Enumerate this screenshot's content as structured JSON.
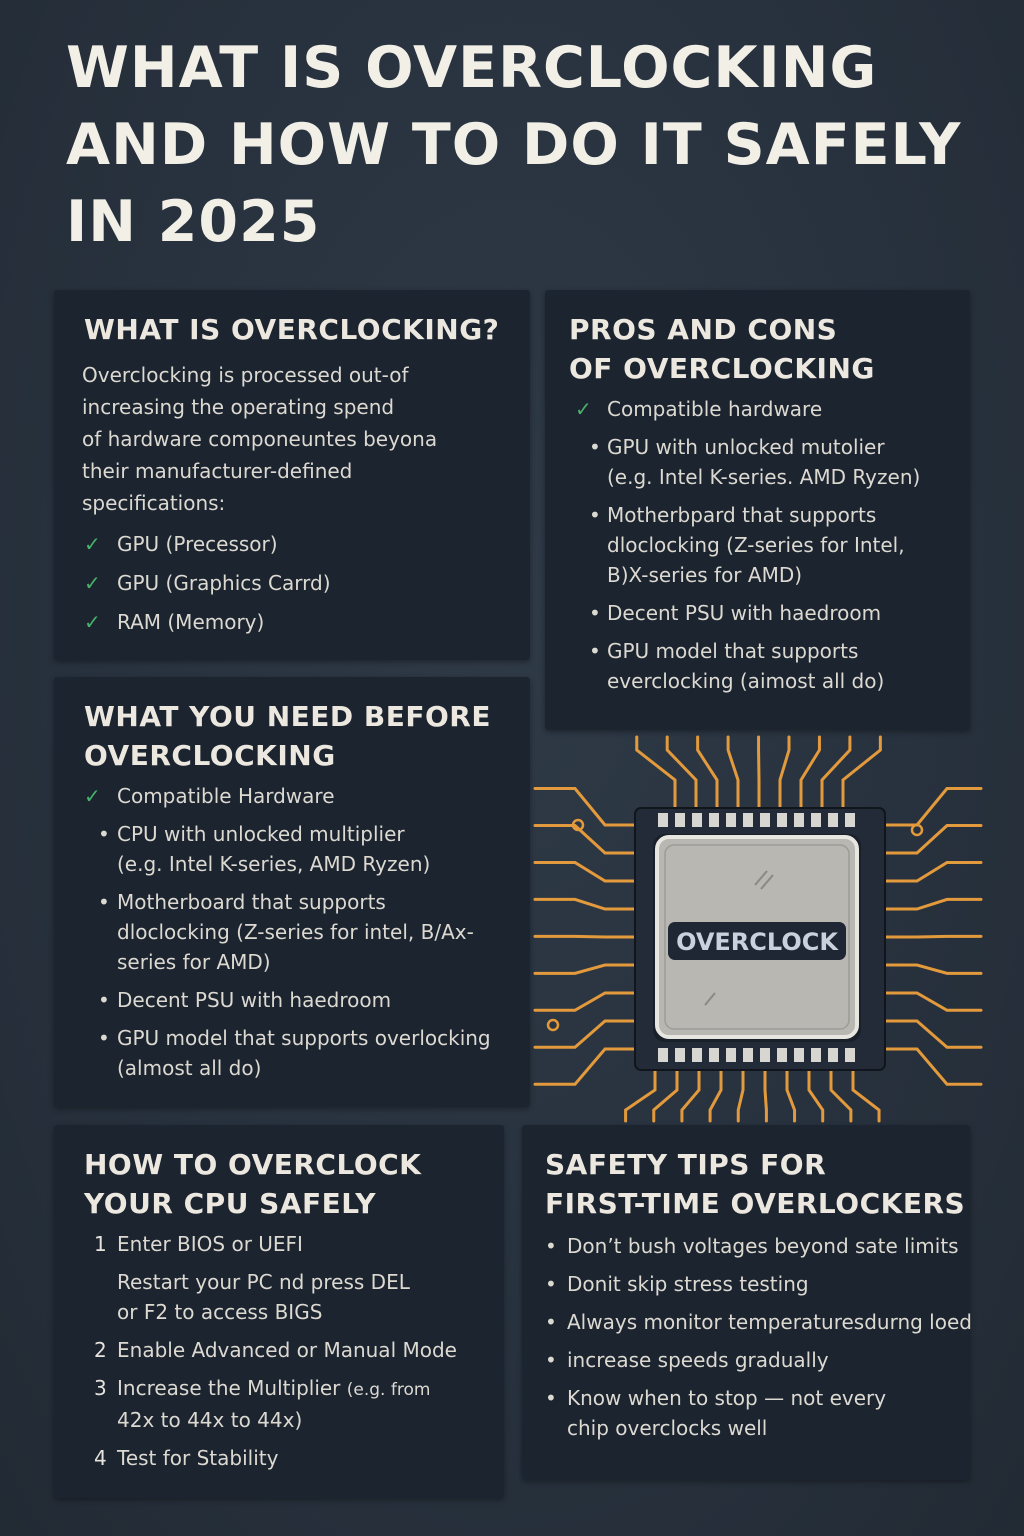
{
  "title": {
    "line1": "WHAT IS OVERCLOCKING",
    "line2": "AND HOW TO DO IT SAFELY",
    "line3": "IN 2025"
  },
  "what_is": {
    "heading": "WHAT IS OVERCLOCKING?",
    "paragraph": [
      "Overclocking is processed out-of",
      "increasing the operating spend",
      "of hardware componeuntes beyona",
      "their manufacturer-defined",
      "specifications:"
    ],
    "items": [
      "GPU (Precessor)",
      "GPU (Graphics Carrd)",
      "RAM (Memory)"
    ]
  },
  "need_before": {
    "heading": [
      "WHAT YOU NEED BEFORE",
      "OVERCLOCKING"
    ],
    "check_item": "Compatible Hardware",
    "items": [
      {
        "lines": [
          "CPU with unlocked multiplier",
          "(e.g. Intel K-series, AMD Ryzen)"
        ]
      },
      {
        "lines": [
          "Motherboard that supports",
          "dloclocking (Z-series for intel, B/Ax-",
          "series for AMD)"
        ]
      },
      {
        "lines": [
          "Decent PSU with haedroom"
        ]
      },
      {
        "lines": [
          "GPU model that supports overlocking",
          "(almost all do)"
        ]
      }
    ]
  },
  "pros_cons": {
    "heading": [
      "PROS AND CONS",
      "OF OVERCLOCKING"
    ],
    "check_item": "Compatible hardware",
    "items": [
      {
        "lines": [
          "GPU with unlocked mutolier",
          "(e.g. Intel K-series. AMD Ryzen)"
        ]
      },
      {
        "lines": [
          "Motherbpard that supports",
          "dloclocking (Z-series for Intel,",
          "B)X-series for AMD)"
        ]
      },
      {
        "lines": [
          "Decent PSU with haedroom"
        ]
      },
      {
        "lines": [
          "GPU model that supports",
          "everclocking (aimost all do)"
        ]
      }
    ]
  },
  "chip": {
    "label": "OVERCLOCK"
  },
  "how_to": {
    "heading": [
      "HOW TO OVERCLOCK",
      "YOUR CPU SAFELY"
    ],
    "steps": [
      {
        "num": "1",
        "title": "Enter BIOS or UEFI",
        "sub": [
          "Restart your PC nd press DEL",
          "or F2 to access BIGS"
        ]
      },
      {
        "num": "2",
        "title": "Enable Advanced or Manual Mode"
      },
      {
        "num": "3",
        "title": "Increase the Multiplier",
        "note": "(e.g. from",
        "sub": [
          "42x to 44x to 44x)"
        ]
      },
      {
        "num": "4",
        "title": "Test for Stability"
      }
    ]
  },
  "safety": {
    "heading": [
      "SAFETY TIPS FOR",
      "FIRST-TIME OVERLOCKERS"
    ],
    "items": [
      {
        "lines": [
          "Don’t bush voltages beyond sate limits"
        ]
      },
      {
        "lines": [
          "Donit skip stress testing"
        ]
      },
      {
        "lines": [
          "Always monitor temperaturesdurng loed"
        ]
      },
      {
        "lines": [
          "increase speeds gradually"
        ]
      },
      {
        "lines": [
          "Know when to stop — not every",
          "chip overclocks well"
        ]
      }
    ]
  },
  "colors": {
    "background": "#28323e",
    "panel": "#1c2430",
    "check": "#48b26a",
    "trace": "#e39a3c"
  }
}
